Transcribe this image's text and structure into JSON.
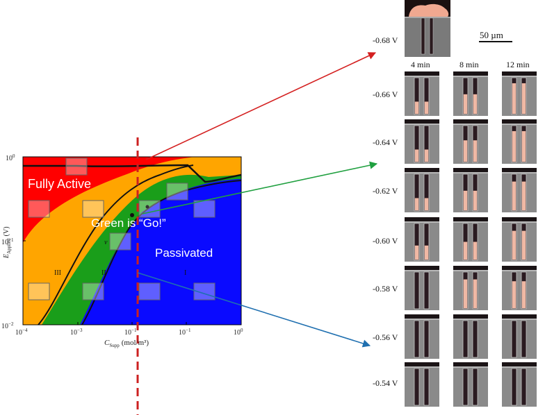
{
  "diagram": {
    "regions": {
      "fully_active": "Fully Active",
      "green_go": "Green is “Go!”",
      "passivated": "Passivated"
    },
    "region_numerals": [
      "III",
      "II",
      "I"
    ],
    "small_numeral": "v",
    "x_axis": {
      "label_main": "C",
      "label_sub": "Supp",
      "label_unit": "(mol/m³)",
      "ticks": [
        {
          "base": "10",
          "exp": "−4"
        },
        {
          "base": "10",
          "exp": "−3"
        },
        {
          "base": "10",
          "exp": "−1"
        },
        {
          "base": "10",
          "exp": "−1"
        },
        {
          "base": "10",
          "exp": "0"
        }
      ]
    },
    "y_axis": {
      "label_main": "E",
      "label_sub": "Applied",
      "label_unit": "(V)",
      "ticks": [
        {
          "base": "10",
          "exp": "0"
        },
        {
          "base": "10",
          "exp": "−1"
        },
        {
          "base": "10",
          "exp": "−2"
        }
      ]
    },
    "scale_bar": "50 µm",
    "time_headers": [
      "4 min",
      "8 min",
      "12 min"
    ],
    "voltages": [
      "-0.68 V",
      "-0.66 V",
      "-0.64 V",
      "-0.62 V",
      "-0.60 V",
      "-0.58 V",
      "-0.56 V",
      "-0.54 V"
    ],
    "colors": {
      "active": "#ff0000",
      "orange": "#ffa500",
      "green": "#1a9e1a",
      "passive": "#0a0aff",
      "arrow_red": "#d42020",
      "arrow_green": "#20a040",
      "arrow_blue": "#2070b0",
      "dashed": "#cc2020"
    },
    "fill_levels": {
      "-0.66 V": [
        0.35,
        0.55,
        0.85
      ],
      "-0.64 V": [
        0.35,
        0.6,
        0.85
      ],
      "-0.62 V": [
        0.35,
        0.55,
        0.8
      ],
      "-0.60 V": [
        0.4,
        0.5,
        0.8
      ],
      "-0.58 V": [
        0.0,
        0.8,
        0.75
      ],
      "-0.56 V": [
        0,
        0,
        0
      ],
      "-0.54 V": [
        0,
        0,
        0
      ]
    }
  }
}
